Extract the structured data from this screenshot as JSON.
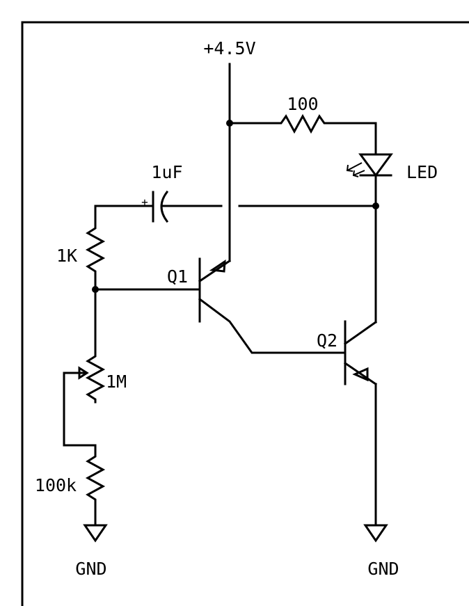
{
  "supply": {
    "label": "+4.5V"
  },
  "components": {
    "r_led": {
      "label": "100"
    },
    "led": {
      "label": "LED"
    },
    "cap": {
      "label": "1uF",
      "polarity": "+"
    },
    "r_1k": {
      "label": "1K"
    },
    "pot": {
      "label": "1M"
    },
    "r_100k": {
      "label": "100k"
    },
    "q1": {
      "label": "Q1"
    },
    "q2": {
      "label": "Q2"
    }
  },
  "grounds": [
    {
      "label": "GND"
    },
    {
      "label": "GND"
    }
  ]
}
